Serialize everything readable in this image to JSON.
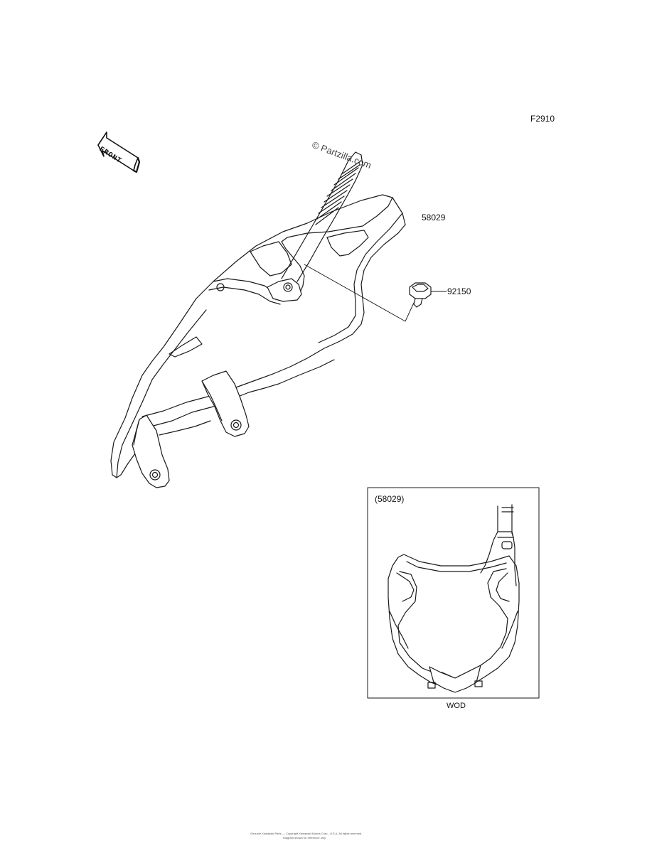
{
  "figure_code": "F2910",
  "watermark": "© Partzilla.com",
  "front_arrow": {
    "label": "FRONT",
    "icon": "front-arrow-icon"
  },
  "callouts": {
    "cover": "58029",
    "bolt": "92150"
  },
  "inset": {
    "part_ref": "(58029)",
    "variant_label": "WOD"
  },
  "footer": {
    "line1": "Genuine Kawasaki Parts — Copyright Kawasaki Motors Corp., U.S.A. All rights reserved.",
    "line2": "Diagram shown for reference only"
  }
}
